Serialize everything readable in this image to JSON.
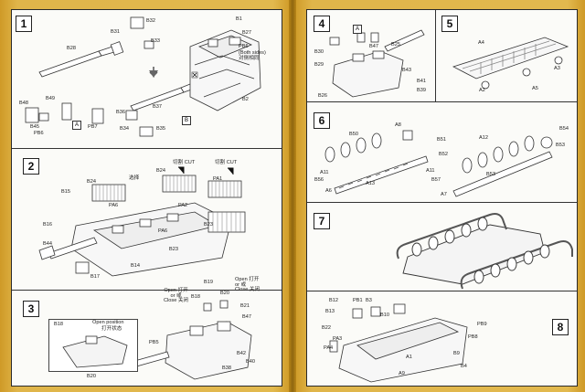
{
  "steps": {
    "s1": "1",
    "s2": "2",
    "s3": "3",
    "s4": "4",
    "s5": "5",
    "s6": "6",
    "s7": "7",
    "s8": "8"
  },
  "step1": {
    "b32": "B32",
    "b31": "B31",
    "b33": "B33",
    "b28": "B28",
    "b1": "B1",
    "pb6": "PB6",
    "both_en": "(Both sides)",
    "both_cn": "对侧相同",
    "b27": "B27",
    "b2": "B2",
    "b49": "B49",
    "b48": "B48",
    "b45": "B45",
    "pb6b": "PB6",
    "a": "A",
    "pb7": "PB7",
    "b36": "B36",
    "b37": "B37",
    "b34": "B34",
    "b35": "B35",
    "b": "B"
  },
  "step2": {
    "b24a": "B24",
    "select": "选择",
    "b24b": "B24",
    "cut_cn1": "切割",
    "cut_en1": "CUT",
    "cut_cn2": "切割",
    "cut_en2": "CUT",
    "pa1": "PA1",
    "b15": "B15",
    "pa6": "PA6",
    "pa2": "PA2",
    "b23": "B23",
    "b16": "B16",
    "pa6b": "PA6",
    "b44": "B44",
    "b23b": "B23",
    "b17": "B17",
    "b14": "B14"
  },
  "step3": {
    "b19": "B19",
    "open_en": "Open",
    "open_cn": "打开",
    "or_en": "or",
    "or_cn": "或",
    "close_en": "Close",
    "close_cn": "关闭",
    "b18": "B18",
    "b20": "B20",
    "open2_en": "Open",
    "open2_cn": "打开",
    "or2_en": "or",
    "or2_cn": "或",
    "close2_en": "Close",
    "close2_cn": "关闭",
    "b21": "B21",
    "b47": "B47",
    "pb5": "PB5",
    "b42": "B42",
    "b40": "B40",
    "b38": "B38",
    "b18b": "B18",
    "open_pos_en": "Open position",
    "open_pos_cn": "打开状态",
    "b20b": "B20"
  },
  "step4": {
    "a": "A",
    "b30": "B30",
    "b25": "B25",
    "b29": "B29",
    "b47": "B47",
    "b43": "B43",
    "b41": "B41",
    "b26": "B26",
    "b39": "B39"
  },
  "step5": {
    "a4": "A4",
    "a3": "A3",
    "a2": "A2",
    "a5": "A5"
  },
  "step6": {
    "b50": "B50",
    "a11": "A11",
    "a13": "A13",
    "b52": "B52",
    "b51": "B51",
    "a11b": "A11",
    "b53": "B53",
    "b54": "B54",
    "a6": "A6",
    "a12": "A12",
    "a7": "A7",
    "a8": "A8",
    "b56": "B56",
    "b57": "B57",
    "b53b": "B53"
  },
  "step8": {
    "b12": "B12",
    "b13": "B13",
    "pb1": "PB1",
    "b3": "B3",
    "b10": "B10",
    "b22": "B22",
    "pa3": "PA3",
    "pa4": "PA4",
    "pb9": "PB9",
    "pb8": "PB8",
    "b9": "B9",
    "a9": "A9",
    "b4": "B4",
    "a1": "A1"
  }
}
